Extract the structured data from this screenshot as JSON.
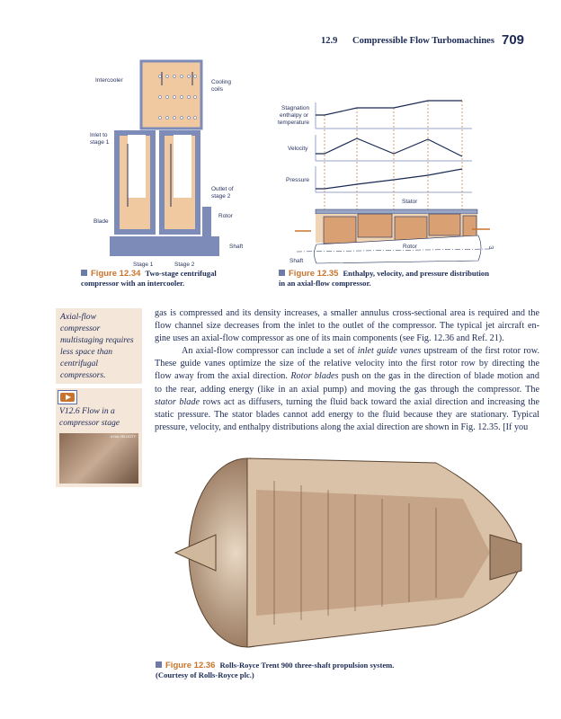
{
  "header": {
    "section": "12.9",
    "title": "Compressible Flow Turbomachines",
    "page_number": "709"
  },
  "fig_12_34": {
    "labels": {
      "intercooler": "Intercooler",
      "cooling_coils_1": "Cooling",
      "cooling_coils_2": "coils",
      "inlet_1": "Inlet to",
      "inlet_2": "stage 1",
      "outlet_1": "Outlet of",
      "outlet_2": "stage 2",
      "rotor": "Rotor",
      "blade": "Blade",
      "shaft": "Shaft",
      "stage1": "Stage 1",
      "stage2": "Stage 2"
    },
    "caption_number": "Figure 12.34",
    "caption_text": "Two-stage centrifugal compressor with an intercooler."
  },
  "fig_12_35": {
    "labels": {
      "stag_1": "Stagnation",
      "stag_2": "enthalpy or",
      "stag_3": "temperature",
      "velocity": "Velocity",
      "pressure": "Pressure",
      "stator": "Stator",
      "rotor": "Rotor",
      "shaft": "Shaft",
      "omega": "ω"
    },
    "caption_number": "Figure 12.35",
    "caption_text": "Enthalpy, velocity, and pressure distribution in an axial-flow compressor."
  },
  "margin_note": "Axial-flow compressor multistaging requires less space than centrifugal compressors.",
  "video": {
    "title": "V12.6 Flow in a compressor stage",
    "thumb_label": "AXIAL VELOCITY"
  },
  "body": {
    "lines": [
      [
        {
          "t": "gas is compressed and its density increases, a smaller annulus cross-sectional area is required and the"
        }
      ],
      [
        {
          "t": "flow channel size decreases from the inlet to the outlet of the compressor. The typical jet aircraft en-"
        }
      ],
      [
        {
          "t": "gine uses an axial-flow compressor as one of its main components (see Fig. 12.36 and Ref. 21)."
        }
      ],
      [
        {
          "t": "An axial-flow compressor can include a set of "
        },
        {
          "t": "inlet guide vanes",
          "i": true
        },
        {
          "t": " upstream of the first rotor row."
        }
      ],
      [
        {
          "t": "These guide vanes optimize the size of the relative velocity into the first rotor row by directing the"
        }
      ],
      [
        {
          "t": "flow away from the axial direction. "
        },
        {
          "t": "Rotor blades",
          "i": true
        },
        {
          "t": " push on the gas in the direction of blade motion and"
        }
      ],
      [
        {
          "t": "to the rear, adding energy (like in an axial pump) and moving the gas through the compressor. The"
        }
      ],
      [
        {
          "t": "stator blade",
          "i": true
        },
        {
          "t": " rows act as diffusers, turning the fluid back toward the axial direction and increasing the"
        }
      ],
      [
        {
          "t": "static pressure. The stator blades cannot add energy to the fluid because they are stationary. Typical"
        }
      ],
      [
        {
          "t": "pressure, velocity, and enthalpy distributions along the axial direction are shown in Fig. 12.35. [If you"
        }
      ]
    ]
  },
  "fig_12_36": {
    "caption_number": "Figure 12.36",
    "caption_text": "Rolls-Royce Trent 900 three-shaft propulsion system.",
    "caption_credit": "(Courtesy of Rolls-Royce plc.)"
  },
  "colors": {
    "accent": "#c8742c",
    "text": "#1b2a55",
    "metal": "#7d8bb8",
    "gas": "#f0c9a0",
    "sidebar": "#f5e6da"
  }
}
